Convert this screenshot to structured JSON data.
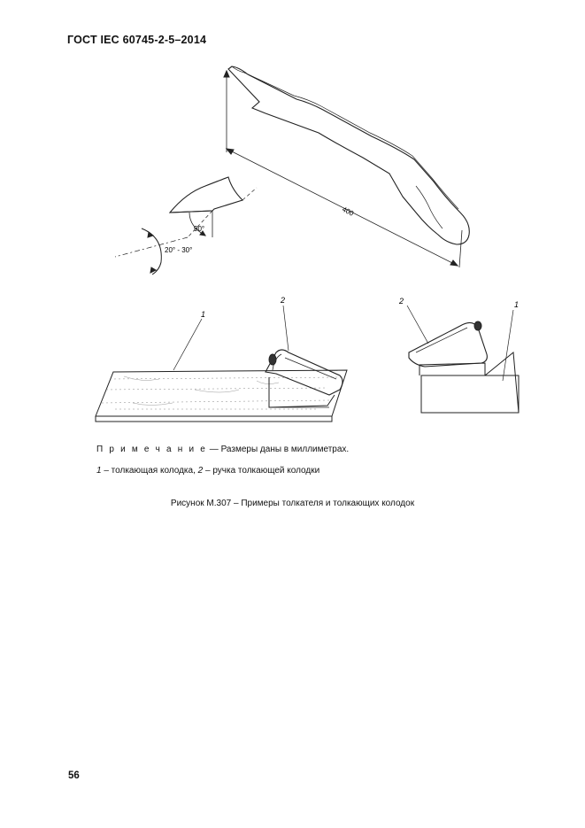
{
  "header": {
    "standard": "ГОСТ IEC 60745-2-5–2014"
  },
  "figure": {
    "dimension_length": "400",
    "angle_right": "90°",
    "angle_range": "20° - 30°",
    "label_1_left": "1",
    "label_2_left": "2",
    "label_2_right": "2",
    "label_1_right": "1"
  },
  "note": {
    "prefix": "П р и м е ч а н и е",
    "text": " — Размеры даны в миллиметрах."
  },
  "legend": {
    "n1": "1",
    "t1": " – толкающая колодка, ",
    "n2": "2",
    "t2": " – ручка толкающей колодки"
  },
  "caption": "Рисунок М.307 – Примеры толкателя и толкающих колодок",
  "page_number": "56"
}
